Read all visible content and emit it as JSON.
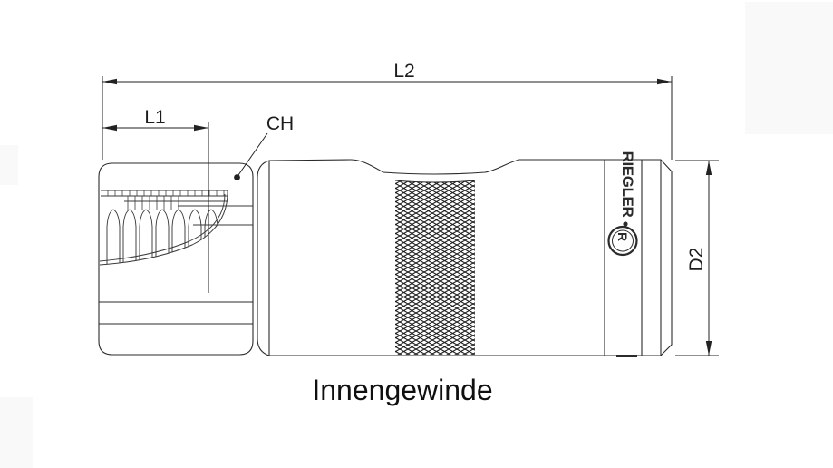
{
  "drawing": {
    "caption": "Innengewinde",
    "labels": {
      "l2": "L2",
      "l1": "L1",
      "ch": "CH",
      "d2": "D2"
    },
    "brand": {
      "name": "RIEGLER",
      "logo_letter": "R"
    },
    "colors": {
      "background": "#ffffff",
      "outline": "#2b2b2b",
      "dimension": "#222222",
      "text": "#1c1c1c",
      "knurl": "#1e1e1e"
    }
  }
}
